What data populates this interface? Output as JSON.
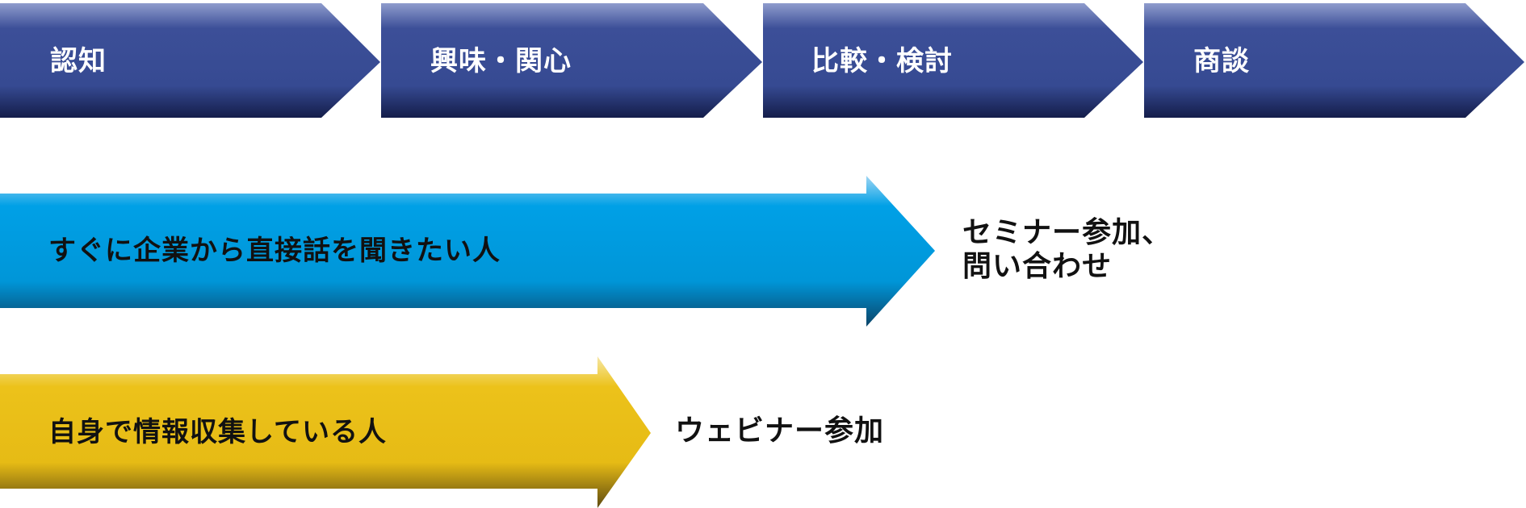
{
  "stages": [
    {
      "label": "認知"
    },
    {
      "label": "興味・関心"
    },
    {
      "label": "比較・検討"
    },
    {
      "label": "商談"
    }
  ],
  "segments": [
    {
      "label": "すぐに企業から直接話を聞きたい人",
      "action_lines": [
        "セミナー参加、",
        "問い合わせ"
      ],
      "color": "#00a0e6"
    },
    {
      "label": "自身で情報収集している人",
      "action_lines": [
        "ウェビナー参加"
      ],
      "color": "#ecc21a"
    }
  ],
  "colors": {
    "stage_fill": "#3c4f98",
    "stage_dark": "#141d4a",
    "stage_light": "#8f9ccd",
    "segment1_dark": "#0a4468",
    "segment1_light": "#9fd6f4",
    "segment2_dark": "#5e4a10",
    "segment2_light": "#f6e7a6"
  }
}
